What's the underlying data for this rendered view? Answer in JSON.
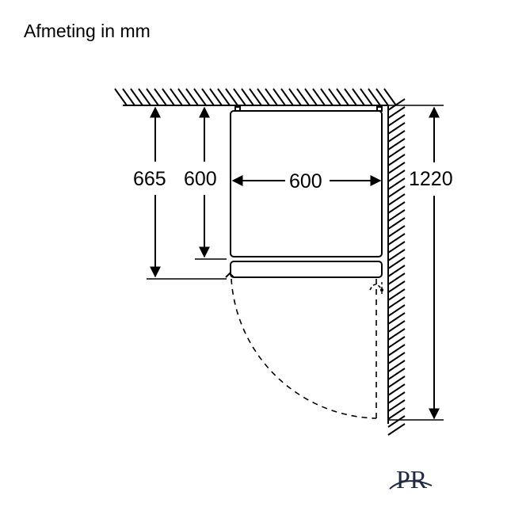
{
  "title": "Afmeting in mm",
  "dimensions": {
    "total_depth": "665",
    "cabinet_depth": "600",
    "width": "600",
    "total_width_with_door": "1220"
  },
  "colors": {
    "line": "#000000",
    "logo": "#1f2a44",
    "background": "#ffffff"
  },
  "logo": {
    "text": "PR"
  }
}
